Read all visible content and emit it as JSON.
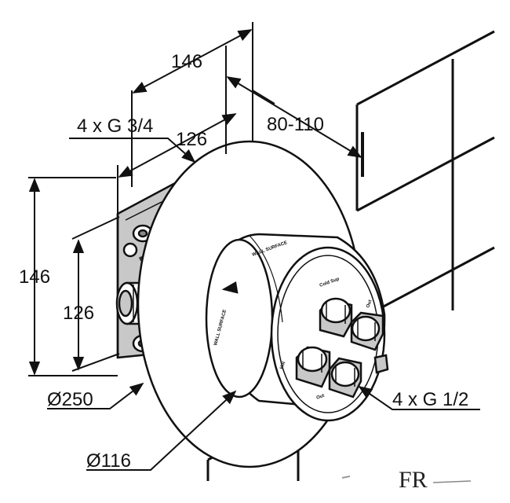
{
  "dimensions": {
    "top_width": "146",
    "connection_thread": "4 x G 3/4",
    "inner_width": "126",
    "installation_depth": "80-110",
    "left_height": "146",
    "inner_height": "126",
    "plate_diameter": "Ø250",
    "body_diameter": "Ø116",
    "outlet_thread": "4 x G 1/2"
  },
  "body_labels": {
    "wall_surface_top": "WALL SURFACE",
    "wall_surface_side": "WALL SURFACE",
    "port_top_left": "Cold Sup",
    "port_top_right": "Out",
    "port_bottom_left": "Hot",
    "port_bottom_right": "Out"
  },
  "logo_text": "FR",
  "colors": {
    "line": "#111111",
    "housing_fill": "#c8c8c8",
    "housing_dark": "#8a8a8a",
    "plate_fill": "#ffffff"
  }
}
